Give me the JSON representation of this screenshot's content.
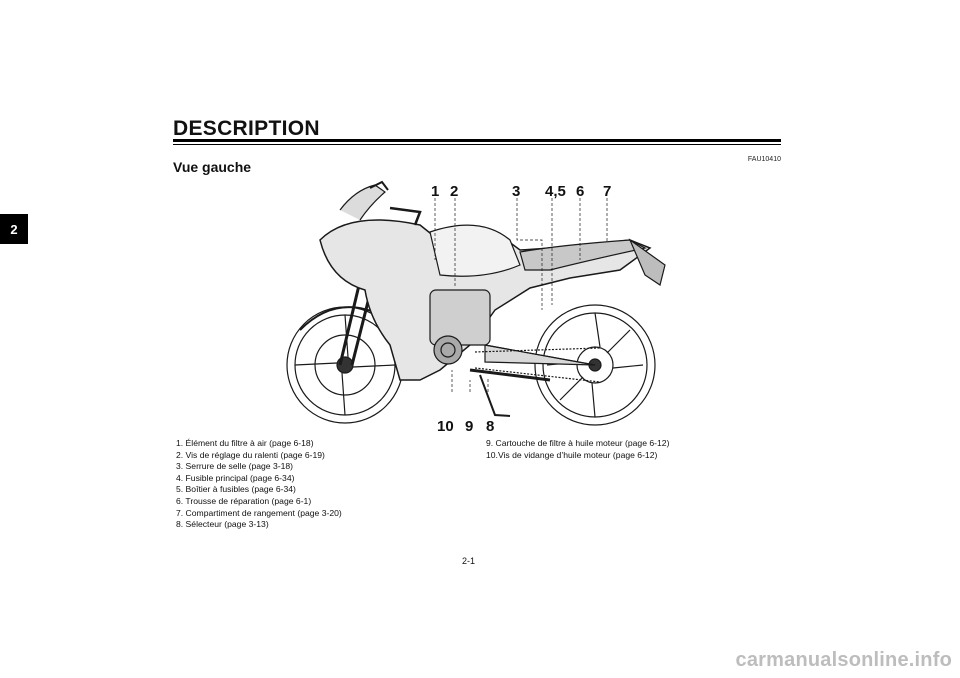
{
  "section_tab": "2",
  "header": {
    "title": "DESCRIPTION",
    "code": "FAU10410",
    "subtitle": "Vue gauche"
  },
  "callouts": {
    "c1": "1",
    "c2": "2",
    "c3": "3",
    "c45": "4,5",
    "c6": "6",
    "c7": "7",
    "c10": "10",
    "c9": "9",
    "c8": "8"
  },
  "legend": {
    "left": [
      "1.  Élément du filtre à air (page 6-18)",
      "2.  Vis de réglage du ralenti (page 6-19)",
      "3.  Serrure de selle (page 3-18)",
      "4.  Fusible principal (page 6-34)",
      "5.  Boîtier à fusibles (page 6-34)",
      "6.  Trousse de réparation (page 6-1)",
      "7.  Compartiment de rangement (page 3-20)",
      "8.  Sélecteur (page 3-13)"
    ],
    "right": [
      "9.  Cartouche de filtre à huile moteur (page 6-12)",
      "10.Vis de vidange d’huile moteur (page 6-12)"
    ]
  },
  "page_number": "2-1",
  "watermark": "carmanualsonline.info"
}
